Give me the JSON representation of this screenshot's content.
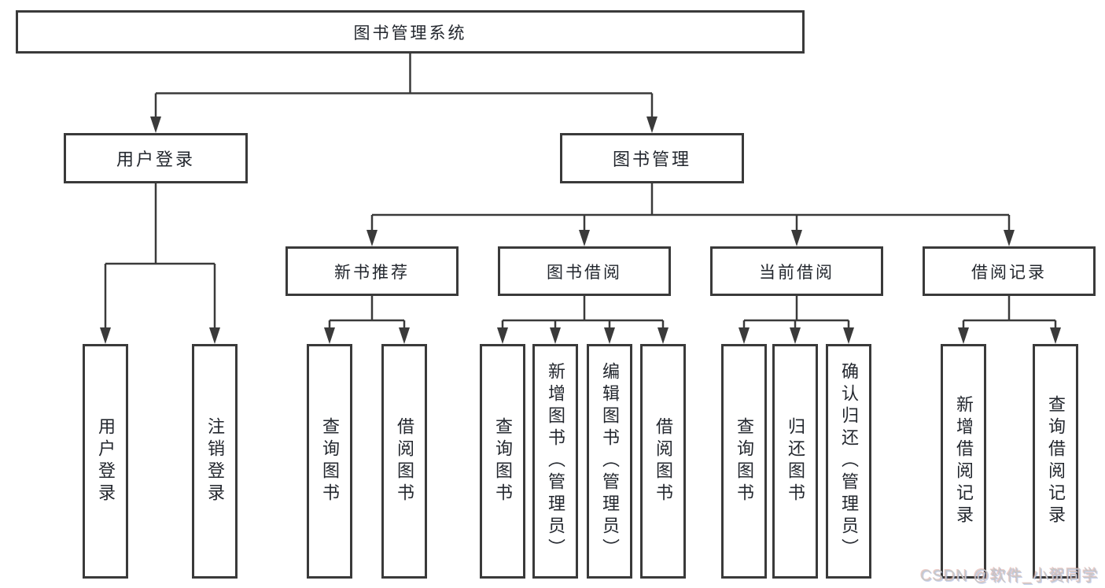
{
  "diagram_title": "图书管理系统",
  "tree": {
    "label": "图书管理系统",
    "children": [
      {
        "label": "用户登录",
        "children": [
          {
            "label": "用户登录"
          },
          {
            "label": "注销登录"
          }
        ]
      },
      {
        "label": "图书管理",
        "children": [
          {
            "label": "新书推荐",
            "children": [
              {
                "label": "查询图书"
              },
              {
                "label": "借阅图书"
              }
            ]
          },
          {
            "label": "图书借阅",
            "children": [
              {
                "label": "查询图书"
              },
              {
                "label": "新增图书（管理员）"
              },
              {
                "label": "编辑图书（管理员）"
              },
              {
                "label": "借阅图书"
              }
            ]
          },
          {
            "label": "当前借阅",
            "children": [
              {
                "label": "查询图书"
              },
              {
                "label": "归还图书"
              },
              {
                "label": "确认归还（管理员）"
              }
            ]
          },
          {
            "label": "借阅记录",
            "children": [
              {
                "label": "新增借阅记录"
              },
              {
                "label": "查询借阅记录"
              }
            ]
          }
        ]
      }
    ]
  },
  "watermark": "CSDN @软件_小贺同学",
  "colors": {
    "line": "#3a3a3a",
    "text": "#23272e",
    "watermark": "#c8c8c8",
    "background": "#ffffff"
  }
}
